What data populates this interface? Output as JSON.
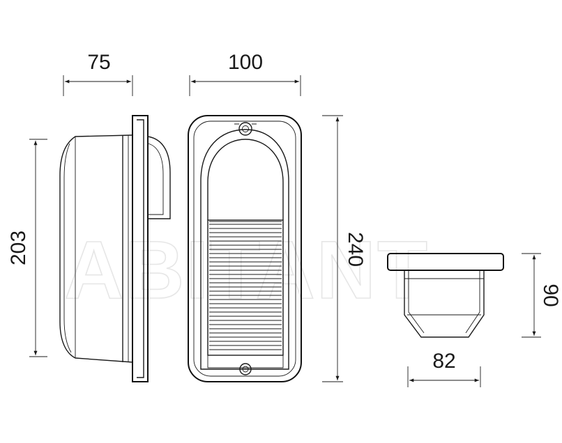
{
  "watermark": "ABITANT",
  "dimensions": {
    "side_depth": "75",
    "front_width": "100",
    "side_height": "203",
    "front_height": "240",
    "part_depth": "90",
    "part_width": "82"
  }
}
